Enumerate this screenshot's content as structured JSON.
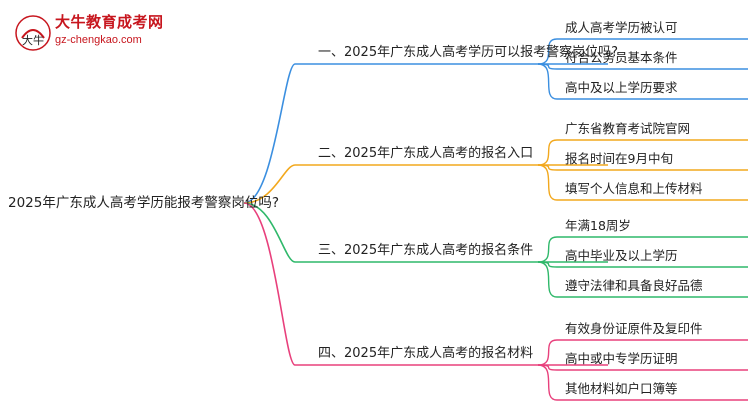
{
  "brand": {
    "name": "大牛教育成考网",
    "url": "gz-chengkao.com",
    "logo_text": "大牛"
  },
  "root": {
    "label": "2025年广东成人高考学历能报考警察岗位吗?"
  },
  "branches": [
    {
      "label": "一、2025年广东成人高考学历可以报考警察岗位吗?",
      "color": "#3b8fe0",
      "leaves": [
        "成人高考学历被认可",
        "符合公务员基本条件",
        "高中及以上学历要求"
      ]
    },
    {
      "label": "二、2025年广东成人高考的报名入口",
      "color": "#f2a81d",
      "leaves": [
        "广东省教育考试院官网",
        "报名时间在9月中旬",
        "填写个人信息和上传材料"
      ]
    },
    {
      "label": "三、2025年广东成人高考的报名条件",
      "color": "#2fb86a",
      "leaves": [
        "年满18周岁",
        "高中毕业及以上学历",
        "遵守法律和具备良好品德"
      ]
    },
    {
      "label": "四、2025年广东成人高考的报名材料",
      "color": "#e8407c",
      "leaves": [
        "有效身份证原件及复印件",
        "高中或中专学历证明",
        "其他材料如户口簿等"
      ]
    }
  ]
}
